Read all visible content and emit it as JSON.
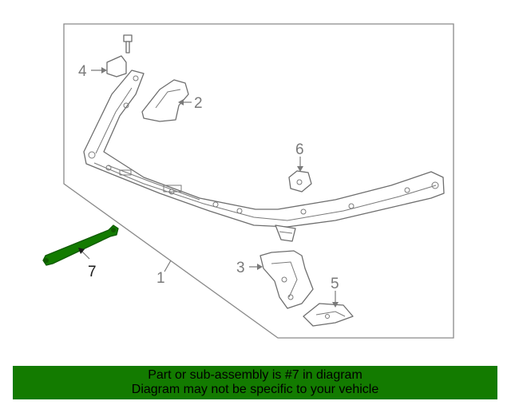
{
  "callouts": {
    "c1": "1",
    "c2": "2",
    "c3": "3",
    "c4": "4",
    "c5": "5",
    "c6": "6",
    "c7": "7"
  },
  "highlight_color": "#137b00",
  "banner": {
    "line1": "Part or sub-assembly is #7 in diagram",
    "line2": "Diagram may not be specific to your vehicle"
  }
}
